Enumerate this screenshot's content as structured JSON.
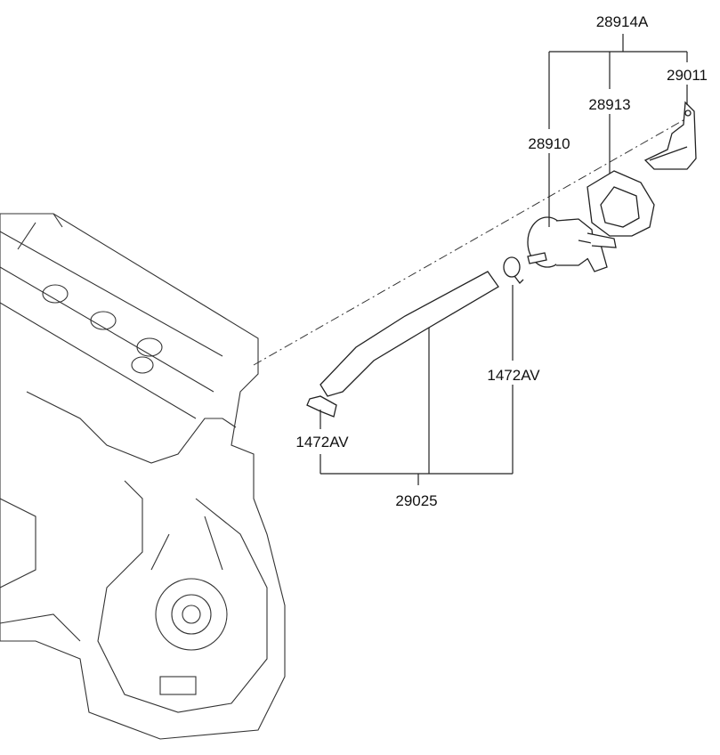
{
  "diagram": {
    "type": "exploded-parts-diagram",
    "labels": {
      "assembly": "28914A",
      "bracket": "29011",
      "bracket_holder": "28913",
      "valve": "28910",
      "clamp_upper": "1472AV",
      "clamp_lower": "1472AV",
      "hose": "29025"
    }
  }
}
